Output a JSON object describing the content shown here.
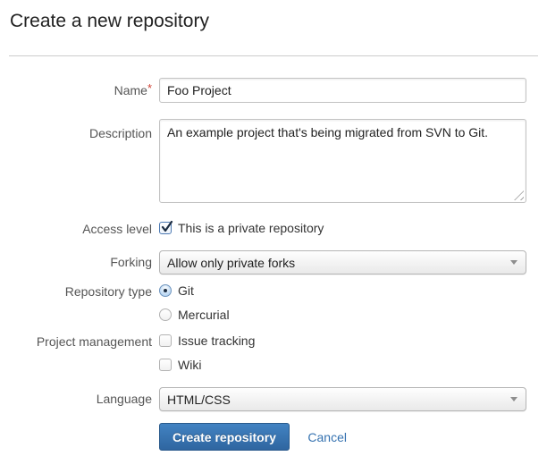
{
  "page": {
    "title": "Create a new repository"
  },
  "form": {
    "name": {
      "label": "Name",
      "required_marker": "*",
      "value": "Foo Project"
    },
    "description": {
      "label": "Description",
      "value": "An example project that's being migrated from SVN to Git."
    },
    "access_level": {
      "label": "Access level",
      "checkbox_label": "This is a private repository",
      "checked": true
    },
    "forking": {
      "label": "Forking",
      "value": "Allow only private forks"
    },
    "repository_type": {
      "label": "Repository type",
      "options": [
        {
          "label": "Git",
          "selected": true
        },
        {
          "label": "Mercurial",
          "selected": false
        }
      ]
    },
    "project_management": {
      "label": "Project management",
      "options": [
        {
          "label": "Issue tracking",
          "checked": false
        },
        {
          "label": "Wiki",
          "checked": false
        }
      ]
    },
    "language": {
      "label": "Language",
      "value": "HTML/CSS"
    },
    "actions": {
      "submit_label": "Create repository",
      "cancel_label": "Cancel"
    }
  },
  "colors": {
    "accent_blue": "#3572b0",
    "button_gradient_top": "#4283c2",
    "button_gradient_bottom": "#2f66a0",
    "required_red": "#d04437",
    "divider_gray": "#cccccc"
  }
}
